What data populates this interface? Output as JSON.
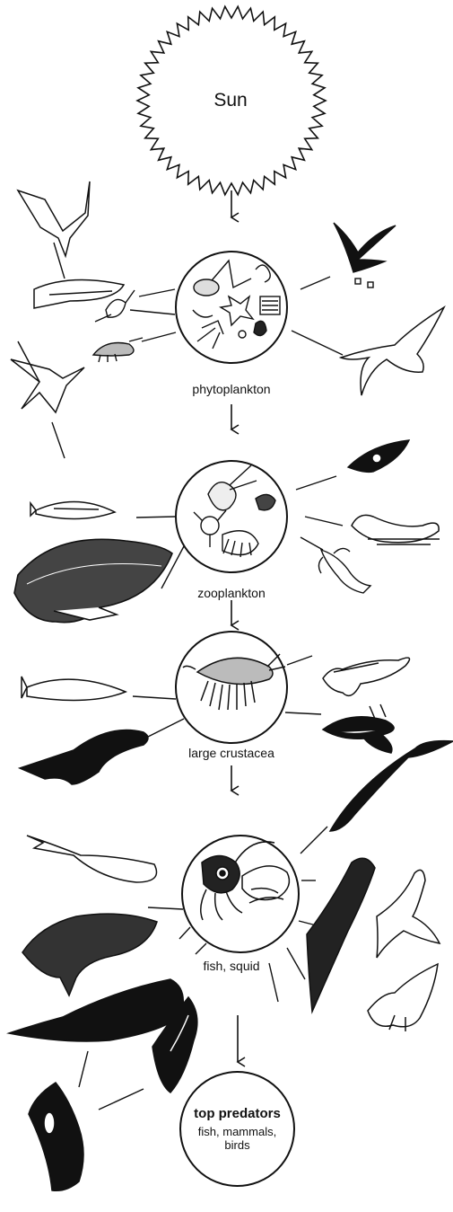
{
  "sun": {
    "label": "Sun"
  },
  "levels": [
    {
      "label": "phytoplankton"
    },
    {
      "label": "zooplankton"
    },
    {
      "label": "large crustacea"
    },
    {
      "label": "fish, squid"
    }
  ],
  "top": {
    "title": "top predators",
    "subtitle": "fish, mammals,\nbirds"
  },
  "icons": {
    "sun": "sun-icon",
    "tern": "tern-icon",
    "fish": "fish-icon",
    "shrimp": "shrimp-icon",
    "whale": "whale-icon",
    "seal": "seal-icon",
    "penguin": "penguin-icon",
    "albatross": "albatross-icon",
    "petrel": "petrel-icon",
    "lobster": "lobster-icon",
    "squid": "squid-icon",
    "orca": "orca-icon",
    "sperm-whale": "sperm-whale-icon",
    "copepod": "copepod-icon",
    "krill": "krill-icon"
  },
  "colors": {
    "ink": "#111111",
    "paper": "#ffffff"
  }
}
